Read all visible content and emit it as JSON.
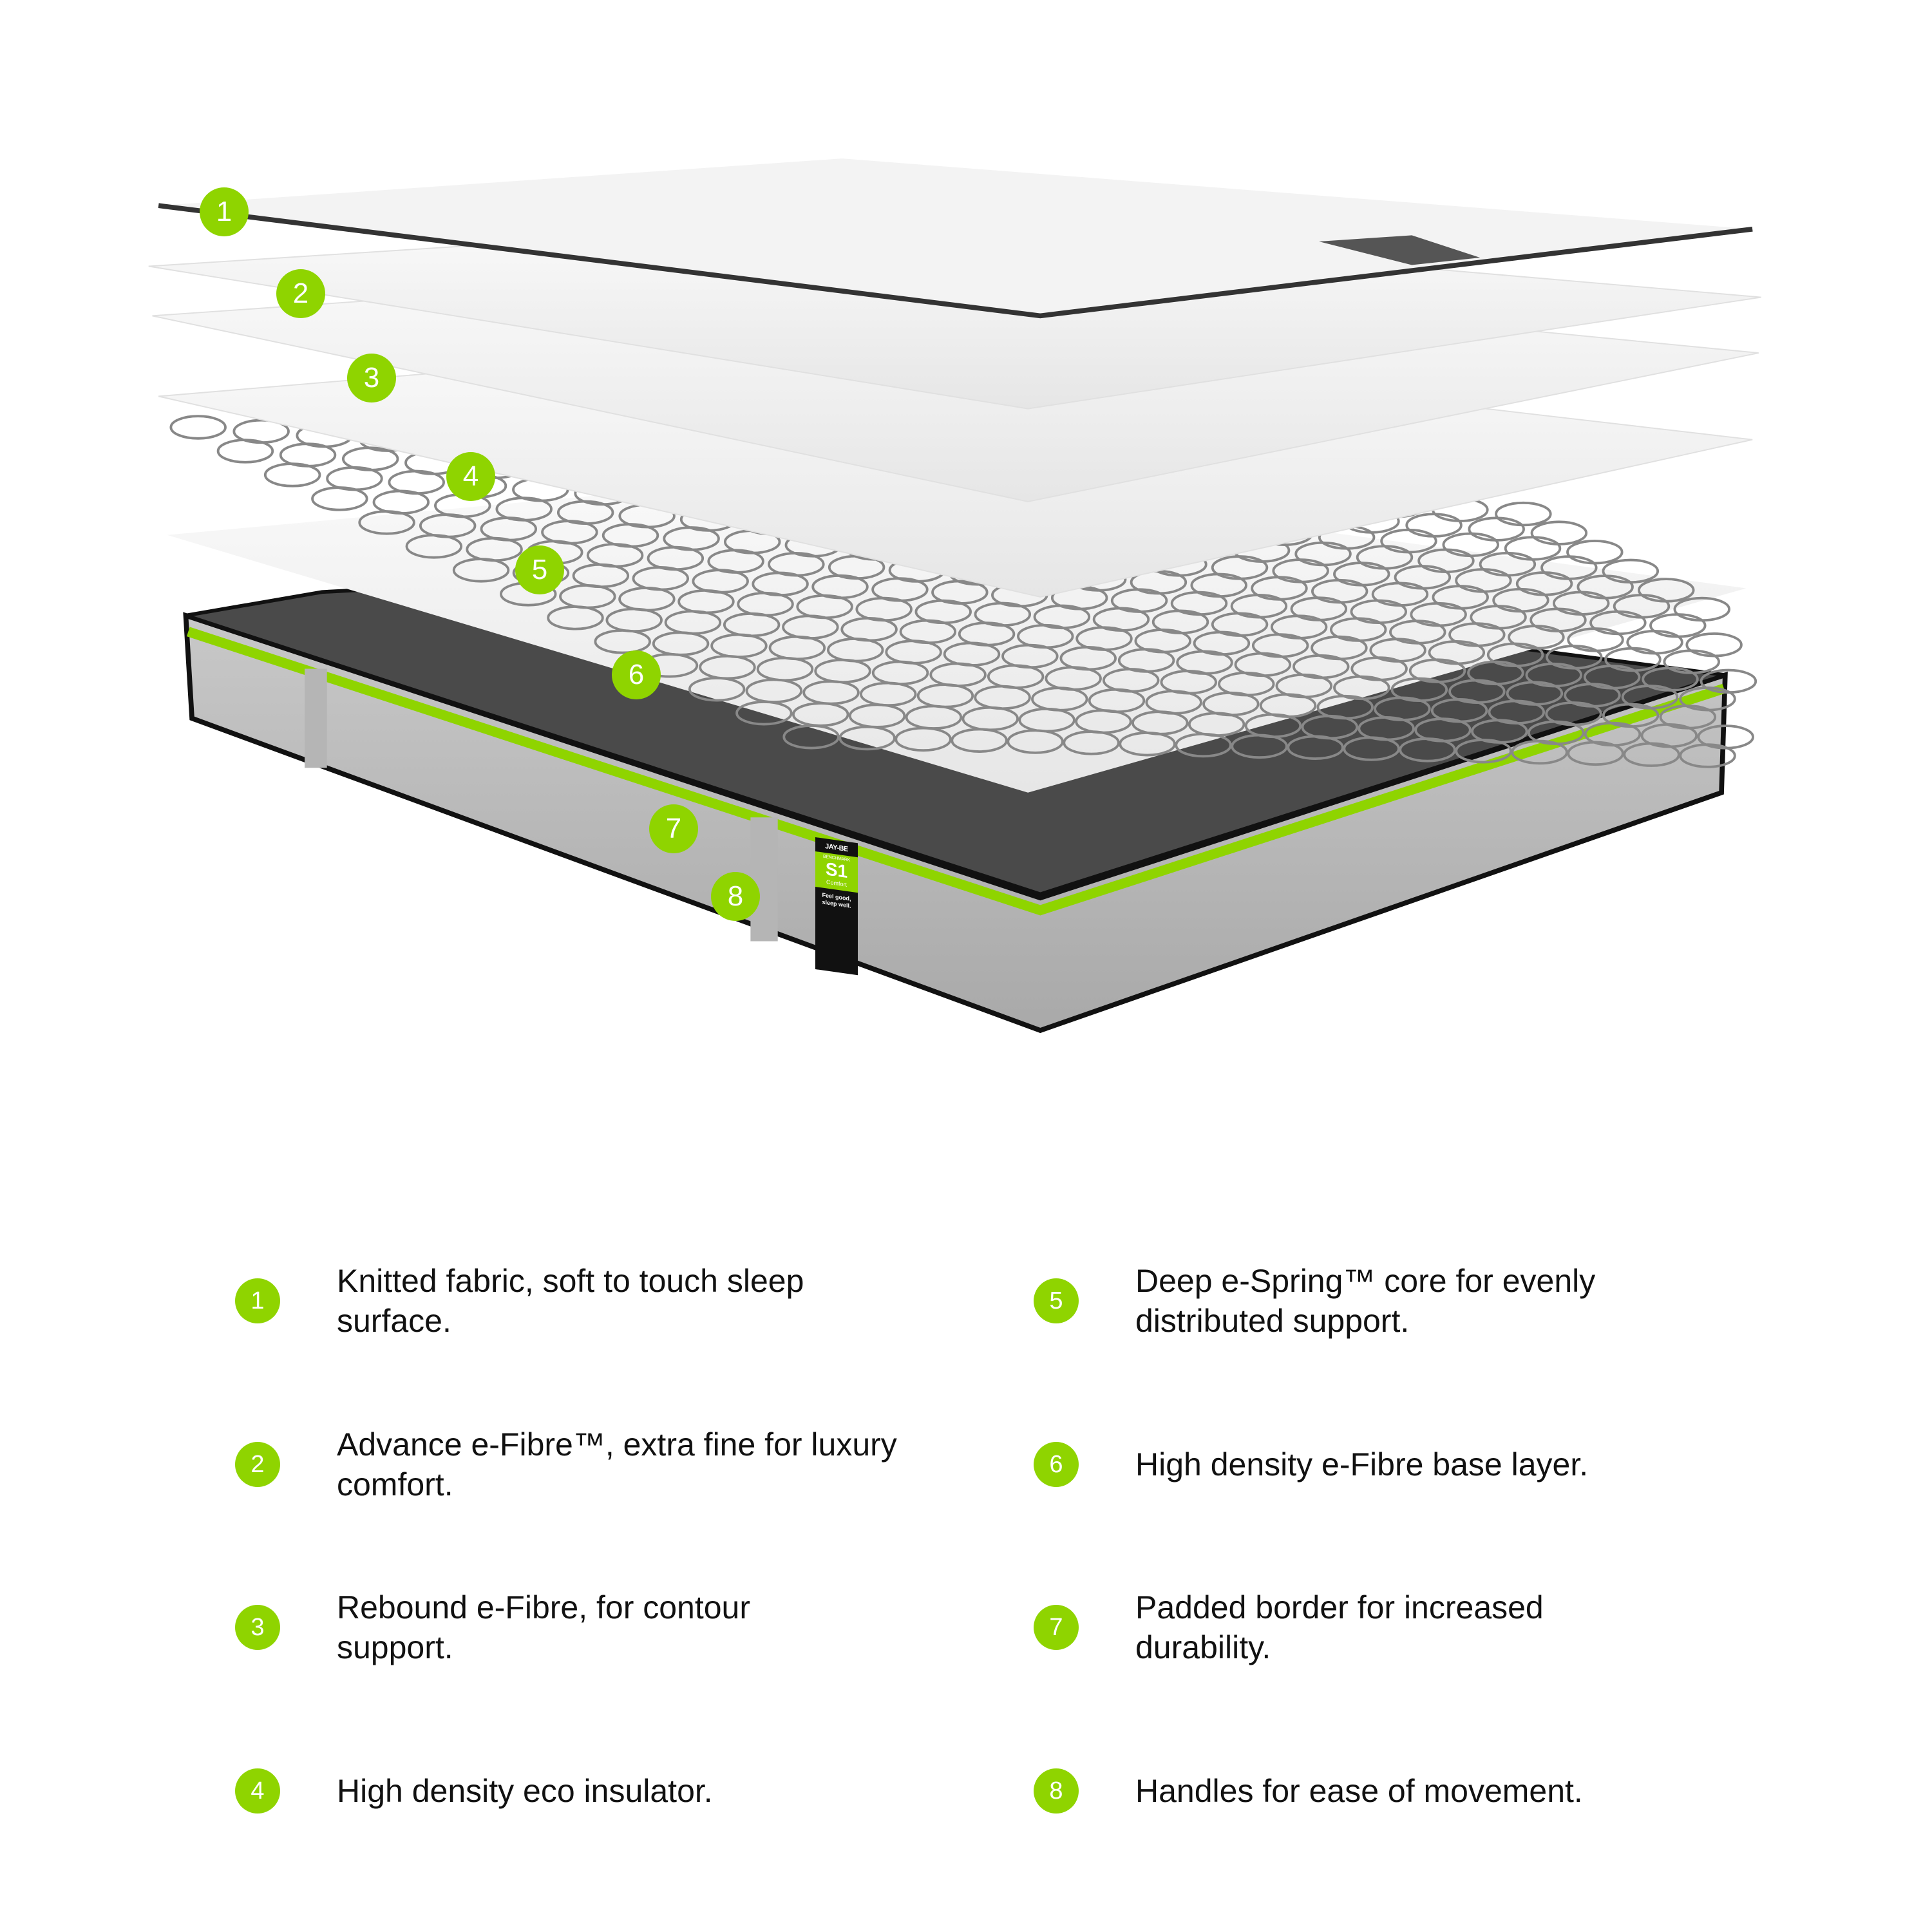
{
  "accent_color": "#8fd400",
  "markers": [
    "1",
    "2",
    "3",
    "4",
    "5",
    "6",
    "7",
    "8"
  ],
  "product_tag": {
    "brand": "JAY-BE",
    "range": "BENCHMARK",
    "model": "S1",
    "variant": "Comfort",
    "slogan": "Feel good, sleep well."
  },
  "legend": [
    {
      "num": "1",
      "text": "Knitted fabric, soft to touch sleep surface."
    },
    {
      "num": "2",
      "text": "Advance e-Fibre™, extra fine for luxury comfort."
    },
    {
      "num": "3",
      "text": "Rebound e-Fibre, for contour support."
    },
    {
      "num": "4",
      "text": "High density eco insulator."
    },
    {
      "num": "5",
      "text": "Deep e-Spring™ core for evenly distributed support."
    },
    {
      "num": "6",
      "text": "High density e-Fibre base layer."
    },
    {
      "num": "7",
      "text": "Padded border for increased durability."
    },
    {
      "num": "8",
      "text": "Handles for ease of movement."
    }
  ]
}
